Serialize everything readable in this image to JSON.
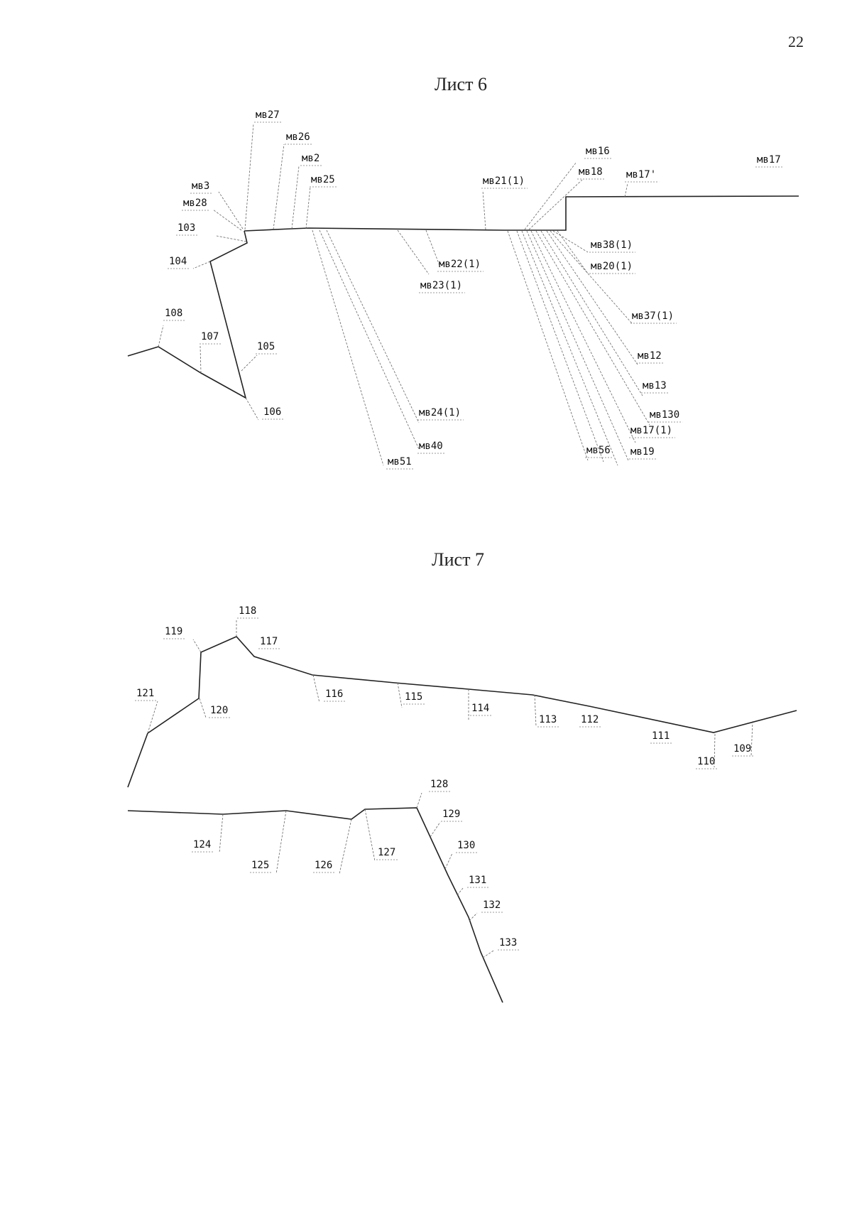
{
  "page_number": "22",
  "sheet6": {
    "title": "Лист 6",
    "labels": {
      "mv27": "мв27",
      "mv26": "мв26",
      "mv2": "мв2",
      "mv25": "мв25",
      "mv3": "мв3",
      "mv28": "мв28",
      "n103": "103",
      "n104": "104",
      "n105": "105",
      "n106": "106",
      "n107": "107",
      "n108": "108",
      "mv21_1": "мв21(1)",
      "mv16": "мв16",
      "mv18": "мв18",
      "mv17p": "мв17'",
      "mv17": "мв17",
      "mv38_1": "мв38(1)",
      "mv20_1": "мв20(1)",
      "mv22_1": "мв22(1)",
      "mv23_1": "мв23(1)",
      "mv37_1": "мв37(1)",
      "mv12": "мв12",
      "mv13": "мв13",
      "mv130": "мв130",
      "mv17_1": "мв17(1)",
      "mv19": "мв19",
      "mv56": "мв56",
      "mv24_1": "мв24(1)",
      "mv40": "мв40",
      "mv51": "мв51"
    }
  },
  "sheet7": {
    "title": "Лист 7",
    "labels": {
      "n109": "109",
      "n110": "110",
      "n111": "111",
      "n112": "112",
      "n113": "113",
      "n114": "114",
      "n115": "115",
      "n116": "116",
      "n117": "117",
      "n118": "118",
      "n119": "119",
      "n120": "120",
      "n121": "121",
      "n124": "124",
      "n125": "125",
      "n126": "126",
      "n127": "127",
      "n128": "128",
      "n129": "129",
      "n130": "130",
      "n131": "131",
      "n132": "132",
      "n133": "133"
    }
  }
}
